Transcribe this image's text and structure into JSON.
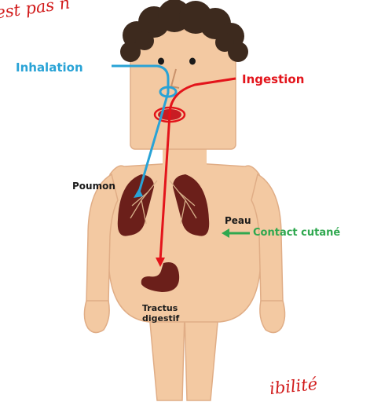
{
  "handwritten_top": "est pas n",
  "handwritten_bottom": "ibilité",
  "labels": {
    "inhalation": "Inhalation",
    "ingestion": "Ingestion",
    "poumon": "Poumon",
    "peau": "Peau",
    "contact": "Contact cutané",
    "tractus_line1": "Tractus",
    "tractus_line2": "digestif"
  },
  "colors": {
    "inhalation": "#29a3d6",
    "ingestion": "#e3141b",
    "contact": "#2fa84f",
    "skin": "#f3c9a2",
    "outline": "#e0ad86",
    "hair": "#3d2a1e",
    "organ": "#6b1f1a",
    "handwriting": "#d11a1a"
  }
}
